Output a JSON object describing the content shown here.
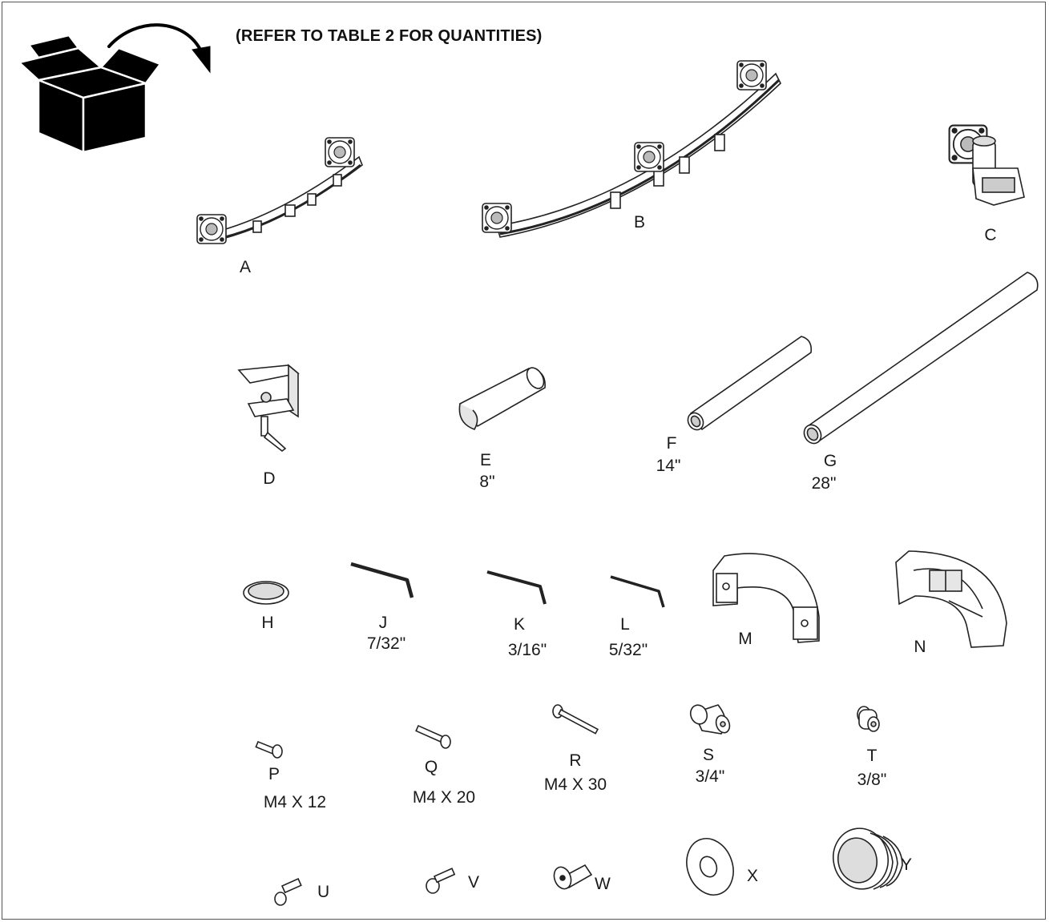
{
  "header": {
    "note": "(REFER TO TABLE 2 FOR QUANTITIES)"
  },
  "parts": {
    "A": {
      "letter": "A"
    },
    "B": {
      "letter": "B"
    },
    "C": {
      "letter": "C"
    },
    "D": {
      "letter": "D"
    },
    "E": {
      "letter": "E",
      "size": "8\""
    },
    "F": {
      "letter": "F",
      "size": "14\""
    },
    "G": {
      "letter": "G",
      "size": "28\""
    },
    "H": {
      "letter": "H"
    },
    "J": {
      "letter": "J",
      "size": "7/32\""
    },
    "K": {
      "letter": "K",
      "size": "3/16\""
    },
    "L": {
      "letter": "L",
      "size": "5/32\""
    },
    "M": {
      "letter": "M"
    },
    "N": {
      "letter": "N"
    },
    "P": {
      "letter": "P",
      "size": "M4 X 12"
    },
    "Q": {
      "letter": "Q",
      "size": "M4 X 20"
    },
    "R": {
      "letter": "R",
      "size": "M4 X 30"
    },
    "S": {
      "letter": "S",
      "size": "3/4\""
    },
    "T": {
      "letter": "T",
      "size": "3/8\""
    },
    "U": {
      "letter": "U"
    },
    "V": {
      "letter": "V"
    },
    "W": {
      "letter": "W"
    },
    "X": {
      "letter": "X"
    },
    "Y": {
      "letter": "Y"
    }
  },
  "icons": {
    "box": "open-box-icon",
    "arrow": "curved-arrow-icon"
  },
  "colors": {
    "line": "#222222",
    "fill": "#ffffff",
    "shade": "#cfcfcf"
  }
}
